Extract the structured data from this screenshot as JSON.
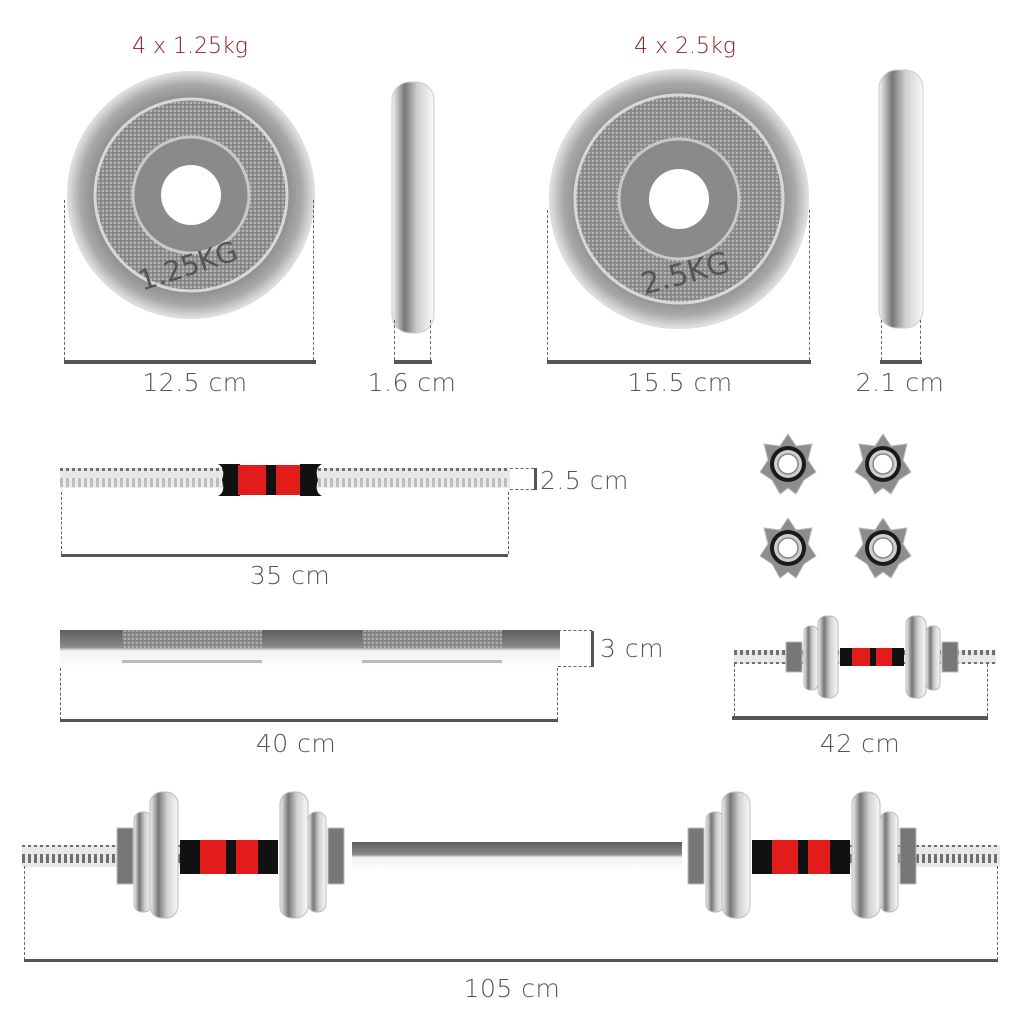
{
  "plates_small": {
    "title": "4 x 1.25kg",
    "diameter_label": "12.5 cm",
    "thickness_label": "1.6 cm",
    "embossed_text": "1.25KG"
  },
  "plates_large": {
    "title": "4 x 2.5kg",
    "diameter_label": "15.5 cm",
    "thickness_label": "2.1 cm",
    "embossed_text": "2.5KG"
  },
  "dumbbell_handle": {
    "length_label": "35 cm",
    "diameter_label": "2.5 cm"
  },
  "connector_bar": {
    "length_label": "40 cm",
    "diameter_label": "3 cm"
  },
  "collars": {
    "count": 4
  },
  "single_dumbbell": {
    "length_label": "42 cm"
  },
  "barbell_assembled": {
    "length_label": "105 cm"
  },
  "colors": {
    "title": "#8b1a1a",
    "label": "#555555",
    "grip_red": "#e21b1b",
    "grip_black": "#111111",
    "chrome_dark": "#6e6e6e",
    "chrome_light": "#e6e6e6"
  }
}
